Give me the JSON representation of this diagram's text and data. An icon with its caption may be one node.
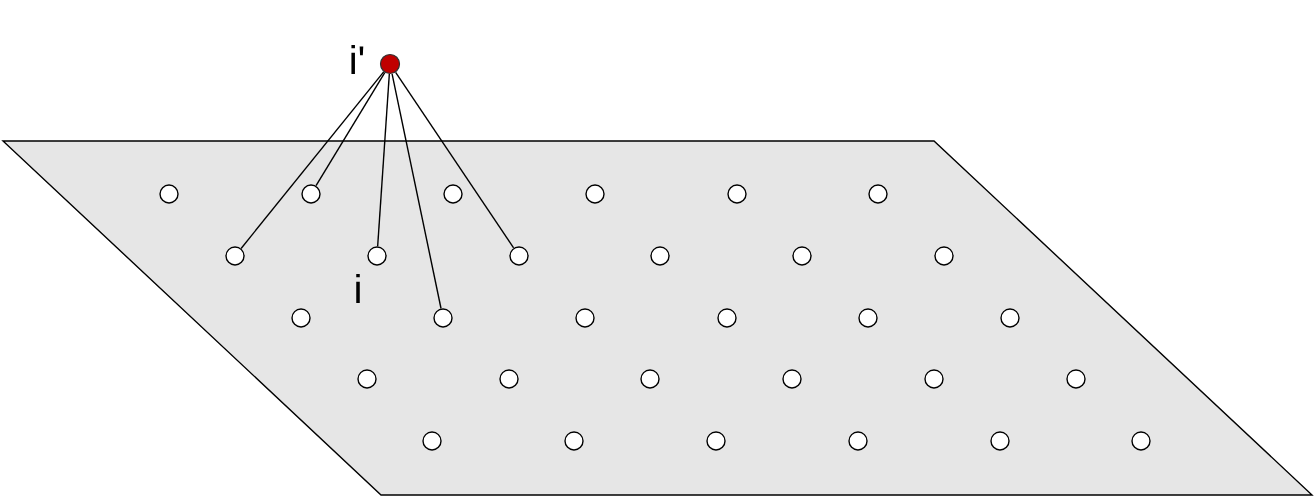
{
  "diagram": {
    "nodes": [
      {
        "text": [],
        "shape": "dot",
        "beside": [
          "i'"
        ]
      },
      {
        "text": [],
        "shape": "parallelogram"
      },
      {
        "text": [],
        "shape": "circle",
        "in": 1
      },
      {
        "text": [],
        "shape": "circle",
        "in": 1
      },
      {
        "text": [],
        "shape": "circle",
        "in": 1
      },
      {
        "text": [],
        "shape": "circle",
        "in": 1
      },
      {
        "text": [],
        "shape": "circle",
        "in": 1
      },
      {
        "text": [],
        "shape": "circle",
        "in": 1
      },
      {
        "text": [],
        "shape": "circle",
        "in": 1
      },
      {
        "text": [],
        "shape": "circle",
        "in": 1,
        "beside": [
          "i"
        ]
      },
      {
        "text": [],
        "shape": "circle",
        "in": 1
      },
      {
        "text": [],
        "shape": "circle",
        "in": 1
      },
      {
        "text": [],
        "shape": "circle",
        "in": 1
      },
      {
        "text": [],
        "shape": "circle",
        "in": 1
      },
      {
        "text": [],
        "shape": "circle",
        "in": 1
      },
      {
        "text": [],
        "shape": "circle",
        "in": 1
      },
      {
        "text": [],
        "shape": "circle",
        "in": 1
      },
      {
        "text": [],
        "shape": "circle",
        "in": 1
      },
      {
        "text": [],
        "shape": "circle",
        "in": 1
      },
      {
        "text": [],
        "shape": "circle",
        "in": 1
      },
      {
        "text": [],
        "shape": "circle",
        "in": 1
      },
      {
        "text": [],
        "shape": "circle",
        "in": 1
      },
      {
        "text": [],
        "shape": "circle",
        "in": 1
      },
      {
        "text": [],
        "shape": "circle",
        "in": 1
      },
      {
        "text": [],
        "shape": "circle",
        "in": 1
      },
      {
        "text": [],
        "shape": "circle",
        "in": 1
      },
      {
        "text": [],
        "shape": "circle",
        "in": 1
      },
      {
        "text": [],
        "shape": "circle",
        "in": 1
      },
      {
        "text": [],
        "shape": "circle",
        "in": 1
      },
      {
        "text": [],
        "shape": "circle",
        "in": 1
      },
      {
        "text": [],
        "shape": "circle",
        "in": 1
      },
      {
        "text": [],
        "shape": "circle",
        "in": 1
      }
    ],
    "edges": [
      {
        "from": 0,
        "to": 8,
        "arrow": "none"
      },
      {
        "from": 0,
        "to": 3,
        "arrow": "none"
      },
      {
        "from": 0,
        "to": 9,
        "arrow": "none"
      },
      {
        "from": 0,
        "to": 15,
        "arrow": "none"
      },
      {
        "from": 0,
        "to": 10,
        "arrow": "none"
      }
    ]
  }
}
